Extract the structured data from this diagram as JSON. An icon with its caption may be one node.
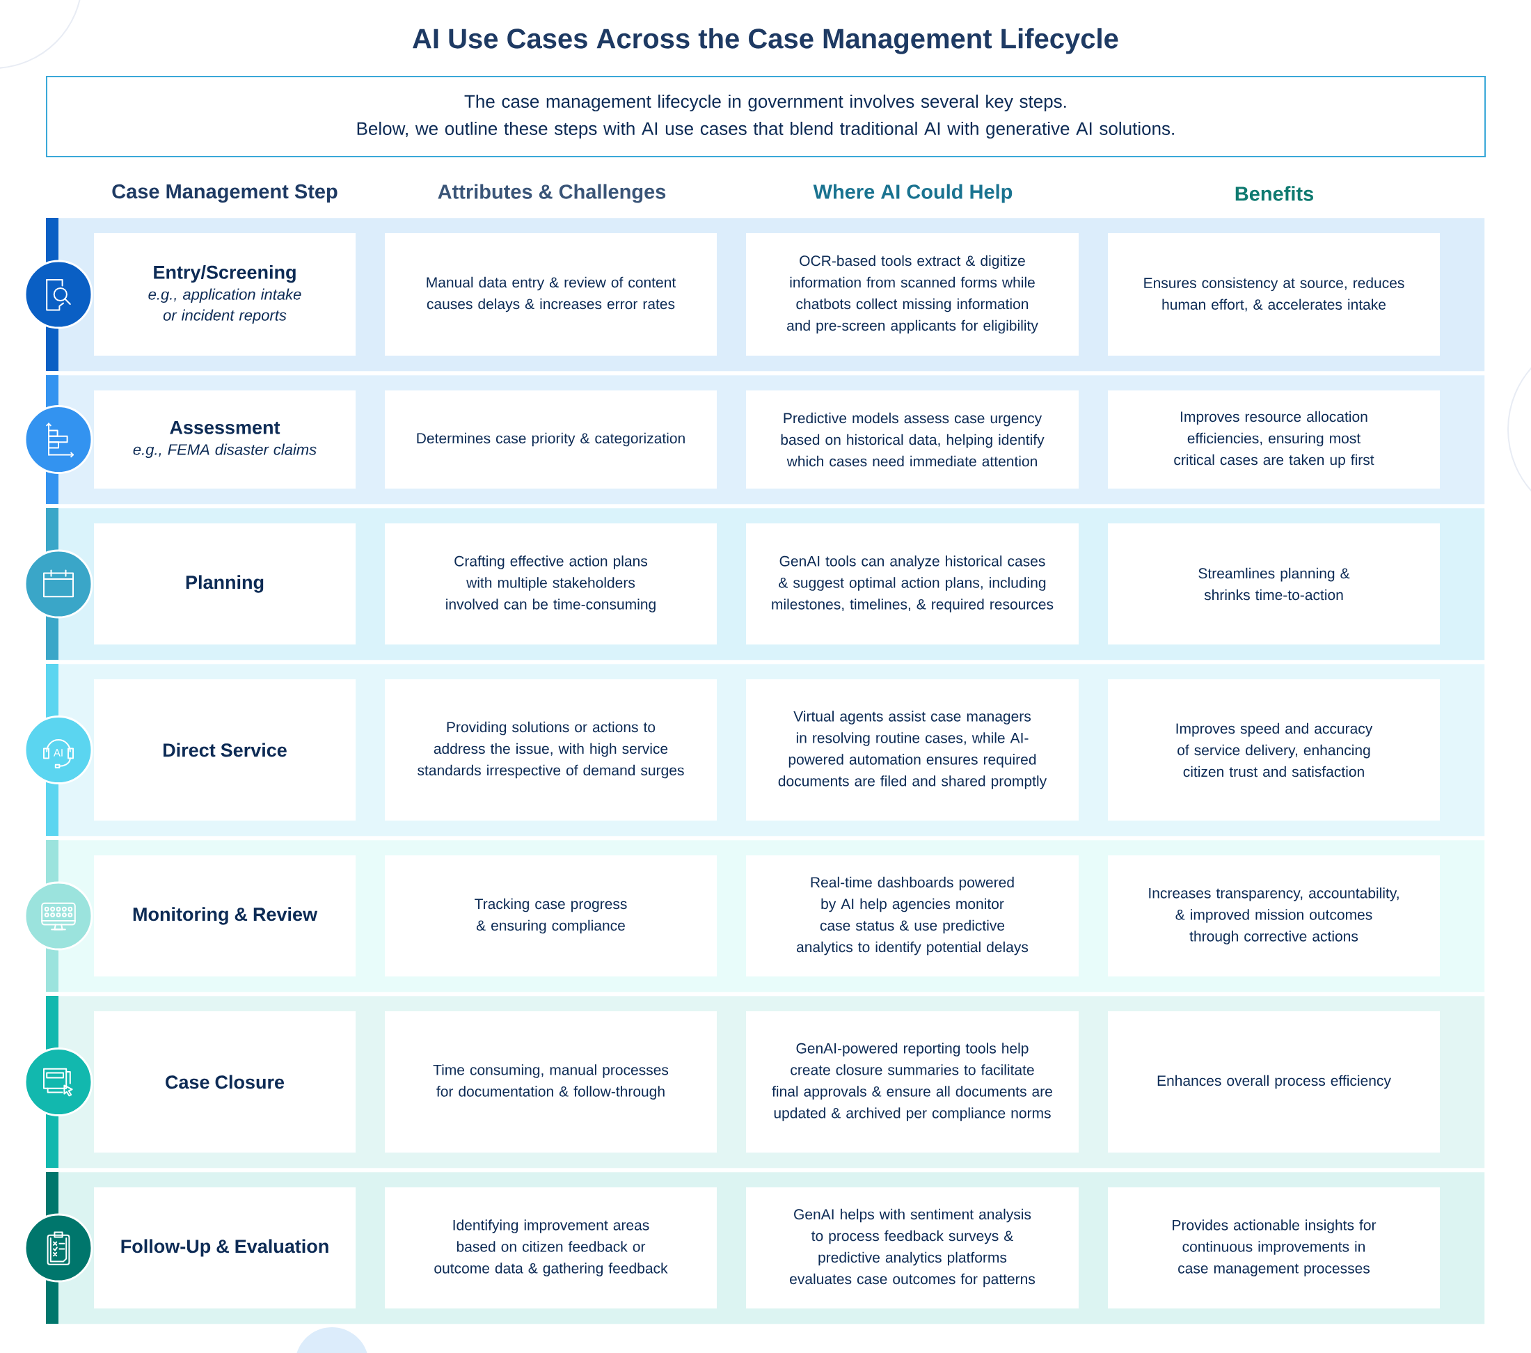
{
  "diagram": {
    "title": "AI Use Cases Across the Case Management Lifecycle",
    "nodes": [
      {
        "text": [
          "The case management lifecycle in government involves several key steps.",
          "Below, we outline these steps with AI use cases that blend traditional AI with generative AI solutions."
        ]
      },
      {
        "text": [],
        "shape": "band"
      },
      {
        "text": [
          "Entry/Screening",
          "e.g., application intake or incident reports"
        ],
        "in": 1
      },
      {
        "text": [
          "Manual data entry & review of content causes delays & increases error rates"
        ],
        "in": 1
      },
      {
        "text": [
          "OCR-based tools extract & digitize information from scanned forms while chatbots collect missing information and pre-screen applicants for eligibility"
        ],
        "in": 1
      },
      {
        "text": [
          "Ensures consistency at source, reduces human effort, & accelerates intake"
        ],
        "in": 1
      },
      {
        "text": [],
        "shape": "band"
      },
      {
        "text": [
          "Assessment",
          "e.g., FEMA disaster claims"
        ],
        "in": 6
      },
      {
        "text": [
          "Determines case priority & categorization"
        ],
        "in": 6
      },
      {
        "text": [
          "Predictive models assess case urgency based on historical data, helping identify which cases need immediate attention"
        ],
        "in": 6
      },
      {
        "text": [
          "Improves resource allocation efficiencies, ensuring most critical cases are taken up first"
        ],
        "in": 6
      },
      {
        "text": [],
        "shape": "band"
      },
      {
        "text": [
          "Planning"
        ],
        "in": 11
      },
      {
        "text": [
          "Crafting effective action plans with multiple stakeholders involved can be time-consuming"
        ],
        "in": 11
      },
      {
        "text": [
          "GenAI tools can analyze historical cases & suggest optimal action plans, including milestones, timelines, & required resources"
        ],
        "in": 11
      },
      {
        "text": [
          "Streamlines planning & shrinks time-to-action"
        ],
        "in": 11
      },
      {
        "text": [],
        "shape": "band"
      },
      {
        "text": [
          "Direct Service"
        ],
        "in": 16
      },
      {
        "text": [
          "Providing solutions or actions to address the issue, with high service standards irrespective of demand surges"
        ],
        "in": 16
      },
      {
        "text": [
          "Virtual agents assist case managers in resolving routine cases, while AI-powered automation ensures required documents are filed and shared promptly"
        ],
        "in": 16
      },
      {
        "text": [
          "Improves speed and accuracy of service delivery, enhancing citizen trust and satisfaction"
        ],
        "in": 16
      },
      {
        "text": [],
        "shape": "band"
      },
      {
        "text": [
          "Monitoring & Review"
        ],
        "in": 21
      },
      {
        "text": [
          "Tracking case progress & ensuring compliance"
        ],
        "in": 21
      },
      {
        "text": [
          "Real-time dashboards powered by AI help agencies monitor case status & use predictive analytics to identify potential delays"
        ],
        "in": 21
      },
      {
        "text": [
          "Increases transparency, accountability, & improved mission outcomes through corrective actions"
        ],
        "in": 21
      },
      {
        "text": [],
        "shape": "band"
      },
      {
        "text": [
          "Case Closure"
        ],
        "in": 26
      },
      {
        "text": [
          "Time consuming, manual processes for documentation & follow-through"
        ],
        "in": 26
      },
      {
        "text": [
          "GenAI-powered reporting tools help create closure summaries to facilitate final approvals & ensure all documents are updated & archived per compliance norms"
        ],
        "in": 26
      },
      {
        "text": [
          "Enhances overall process efficiency"
        ],
        "in": 26
      },
      {
        "text": [],
        "shape": "band"
      },
      {
        "text": [
          "Follow-Up & Evaluation"
        ],
        "in": 31
      },
      {
        "text": [
          "Identifying improvement areas based on citizen feedback or outcome data & gathering feedback"
        ],
        "in": 31
      },
      {
        "text": [
          "GenAI helps with sentiment analysis to process feedback surveys & predictive analytics platforms evaluates case outcomes for patterns"
        ],
        "in": 31
      },
      {
        "text": [
          "Provides actionable insights for continuous improvements in case management processes"
        ],
        "in": 31
      }
    ],
    "labels": [
      "Case Management Step",
      "Attributes & Challenges",
      "Where AI Could Help",
      "Benefits",
      "AI"
    ]
  }
}
